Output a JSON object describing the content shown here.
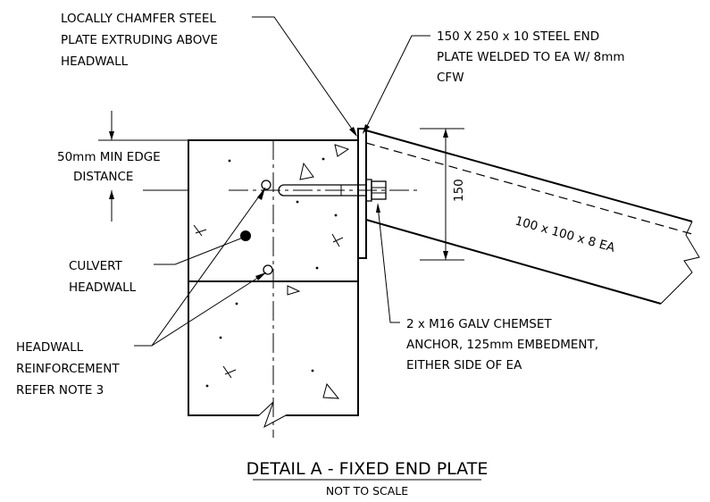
{
  "detail": {
    "title": "DETAIL A - FIXED END PLATE",
    "subtitle": "NOT TO SCALE"
  },
  "annotations": {
    "chamfer": [
      "LOCALLY CHAMFER STEEL",
      "PLATE EXTRUDING ABOVE",
      "HEADWALL"
    ],
    "end_plate": [
      "150 X 250 x 10 STEEL END",
      "PLATE WELDED TO EA W/ 8mm",
      "CFW"
    ],
    "edge_distance": [
      "50mm MIN EDGE",
      "DISTANCE"
    ],
    "dimension_150": "150",
    "angle": "100 x 100 x 8 EA",
    "culvert": [
      "CULVERT",
      "HEADWALL"
    ],
    "reinforcement": [
      "HEADWALL",
      "REINFORCEMENT",
      "REFER NOTE 3"
    ],
    "anchor": [
      "2 x M16 GALV CHEMSET",
      "ANCHOR, 125mm EMBEDMENT,",
      "EITHER SIDE OF EA"
    ]
  }
}
